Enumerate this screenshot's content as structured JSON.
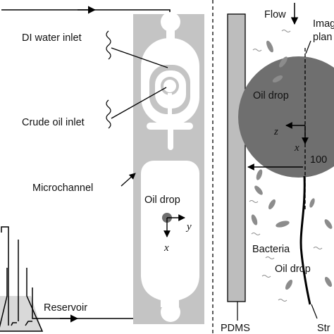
{
  "left_panel": {
    "labels": {
      "di_water_inlet": "DI water inlet",
      "crude_oil_inlet": "Crude oil inlet",
      "microchannel": "Microchannel",
      "oil_drop": "Oil drop",
      "reservoir": "Reservoir"
    },
    "axes": {
      "y": "y",
      "x": "x"
    }
  },
  "right_panel": {
    "labels": {
      "flow": "Flow",
      "image_plane_line1": "Imag",
      "image_plane_line2": "plan",
      "oil_drop": "Oil drop",
      "distance": "100",
      "bacteria": "Bacteria",
      "pdms": "PDMS",
      "streamer": "Str"
    },
    "axes": {
      "z": "z",
      "x": "x"
    }
  },
  "colors": {
    "channel_gray": "#c4c4c4",
    "drop_gray": "#6f6f6f",
    "pdms_gray": "#bdbdbd",
    "bacteria_gray": "#8c8c8c",
    "line": "#000000"
  }
}
